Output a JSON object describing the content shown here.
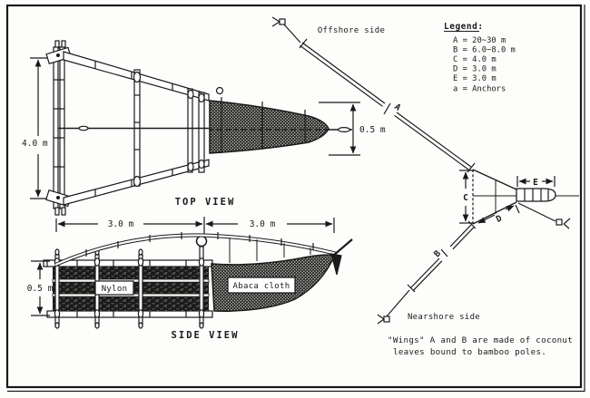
{
  "figure": {
    "background": "#ffffff",
    "ink": "#1a1a1a",
    "legend": {
      "title": "Legend:",
      "items": [
        "A = 20~30 m",
        "B = 6.0~8.0 m",
        "C = 4.0 m",
        "D = 3.0 m",
        "E = 3.0 m",
        "a = Anchors"
      ]
    },
    "top_view": {
      "title": "TOP VIEW",
      "width_dim": "4.0 m",
      "codend_dim": "0.5 m"
    },
    "side_view": {
      "title": "SIDE VIEW",
      "front_dim": "3.0 m",
      "rear_dim": "3.0 m",
      "height_dim": "0.5 m",
      "nylon_label": "Nylon",
      "abaca_label": "Abaca cloth"
    },
    "plan_view": {
      "offshore_label": "Offshore side",
      "nearshore_label": "Nearshore side",
      "wing_a_label": "A",
      "wing_b_label": "B",
      "depth_dim_label": "C",
      "anchor_line_label": "D",
      "codend_dim_label": "E"
    },
    "note": {
      "line1": "\"Wings\" A and B are made of coconut",
      "line2": "leaves bound to bamboo poles."
    }
  }
}
